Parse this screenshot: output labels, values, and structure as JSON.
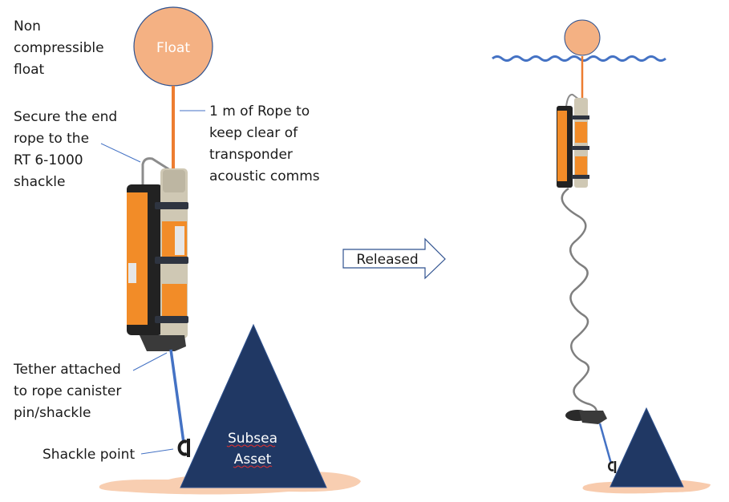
{
  "colors": {
    "float_fill": "#f4b183",
    "float_stroke": "#2f528f",
    "rope_orange": "#ed7d31",
    "tether_blue": "#4472c4",
    "callout_line": "#4472c4",
    "asset_fill": "#203864",
    "seabed": "#f8cbad",
    "water": "#4472c4",
    "device_black": "#222222",
    "device_orange": "#f28c28",
    "device_grey": "#cfc8b4",
    "coil_grey": "#7f7f7f"
  },
  "left_scene": {
    "float_label": "Float",
    "asset_label_line1": "Subsea",
    "asset_label_line2": "Asset",
    "annotations": {
      "float_note": [
        "Non",
        "compressible",
        "float"
      ],
      "secure_note": [
        "Secure the end",
        "rope to the",
        "RT 6-1000",
        "shackle"
      ],
      "rope_note": [
        "1 m of Rope to",
        "keep clear of",
        "transponder",
        "acoustic comms"
      ],
      "tether_note": [
        "Tether attached",
        "to rope canister",
        "pin/shackle"
      ],
      "shackle_note": "Shackle point"
    }
  },
  "transition": {
    "arrow_label": "Released"
  },
  "right_scene": {
    "state": "released"
  }
}
